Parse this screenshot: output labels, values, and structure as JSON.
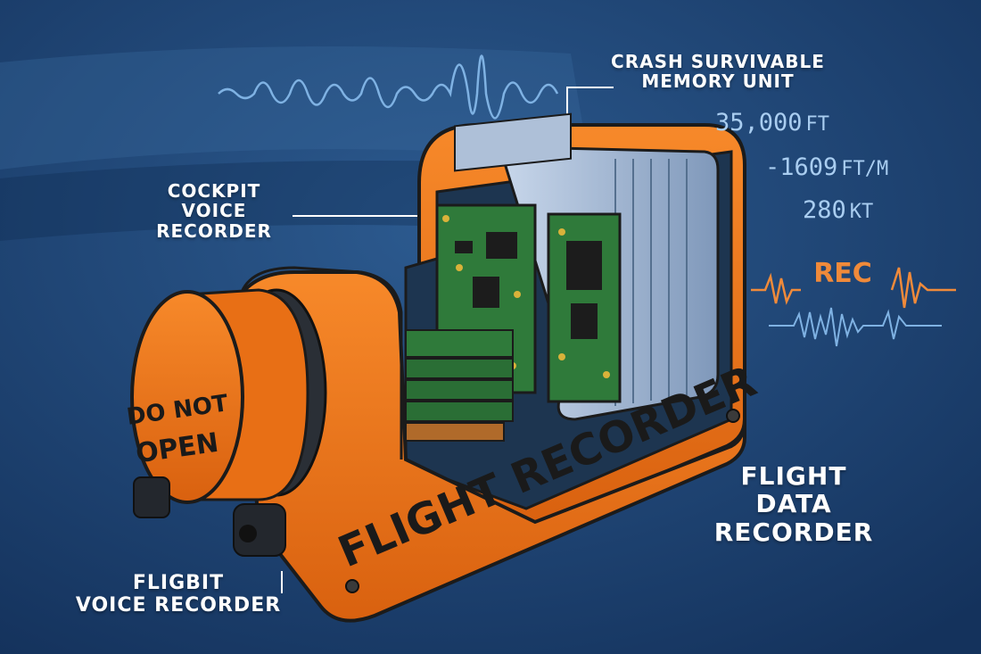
{
  "labels": {
    "csmu": [
      "CRASH SURVIVABLE",
      "MEMORY UNIT"
    ],
    "cvr_top": [
      "COCKPIT VOICE",
      "RECORDER"
    ],
    "cvr_bottom": [
      "FLIGBIT",
      "VOICE RECORDER"
    ],
    "fdr": [
      "FLIGHT",
      "DATA",
      "RECORDER"
    ]
  },
  "readouts": [
    {
      "value": "35,000",
      "unit": "FT"
    },
    {
      "value": "-1609",
      "unit": "FT/M"
    },
    {
      "value": "280",
      "unit": "KT"
    }
  ],
  "rec_label": "REC",
  "device": {
    "body_text": "FLIGHT RECORDER",
    "beacon_text": [
      "DO NOT",
      "OPEN"
    ]
  },
  "colors": {
    "background": "#1a3a66",
    "body_orange": "#f07a1c",
    "rec_orange": "#f08a3a",
    "waveform_blue": "#7fb2e3",
    "board_green": "#2f7a3a",
    "heatsink": "#9db3cf"
  }
}
